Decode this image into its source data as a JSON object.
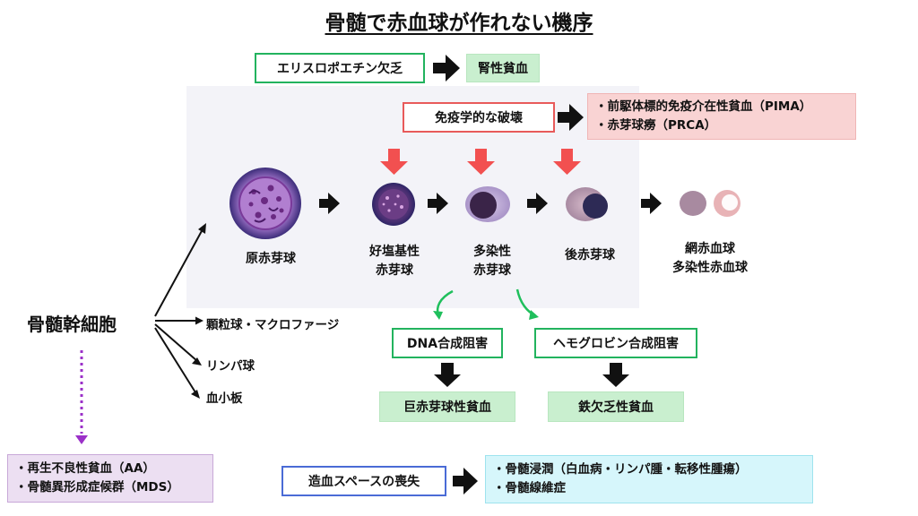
{
  "title": "骨髄で赤血球が作れない機序",
  "epo": {
    "cause": "エリスロポエチン欠乏",
    "result": "腎性貧血"
  },
  "immune": {
    "cause": "免疫学的な破壊",
    "results": [
      "・前駆体標的免疫介在性貧血（PIMA）",
      "・赤芽球癆（PRCA）"
    ]
  },
  "cells": {
    "proerythroblast": "原赤芽球",
    "basophilic": [
      "好塩基性",
      "赤芽球"
    ],
    "polychromatic": [
      "多染性",
      "赤芽球"
    ],
    "orthochromatic": "後赤芽球",
    "reticulocyte": [
      "網赤血球",
      "多染性赤血球"
    ]
  },
  "stem_cell": "骨髄幹細胞",
  "other_lineages": [
    "顆粒球・マクロファージ",
    "リンパ球",
    "血小板"
  ],
  "dna": {
    "cause": "DNA合成阻害",
    "result": "巨赤芽球性貧血"
  },
  "hb": {
    "cause": "ヘモグロビン合成阻害",
    "result": "鉄欠乏性貧血"
  },
  "stem_failure": [
    "・再生不良性貧血（AA）",
    "・骨髄異形成症候群（MDS）"
  ],
  "space": {
    "cause": "造血スペースの喪失",
    "results": [
      "・骨髄浸潤（白血病・リンパ腫・転移性腫瘍）",
      "・骨髄線維症"
    ]
  },
  "colors": {
    "green": "#22b35e",
    "red_arrow": "#f25050",
    "purple_dotted": "#9b30c8",
    "blue": "#4a6bd6"
  }
}
